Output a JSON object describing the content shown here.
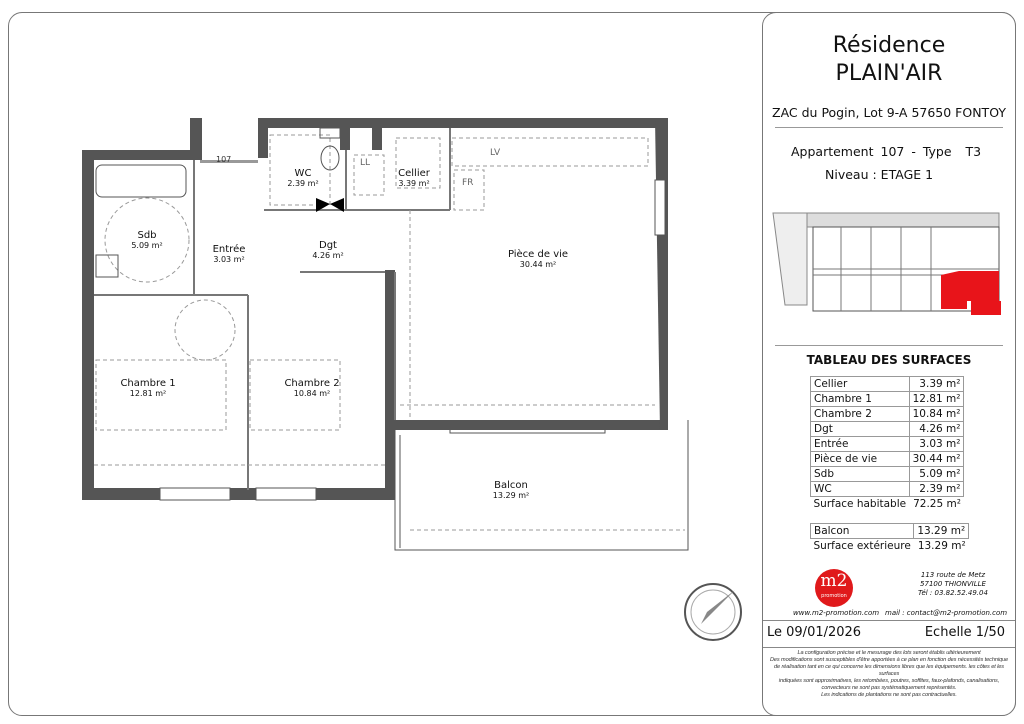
{
  "header": {
    "title_line1": "Résidence",
    "title_line2": "PLAIN'AIR",
    "address": "ZAC du Pogin, Lot 9-A 57650 FONTOY"
  },
  "apartment": {
    "label": "Appartement",
    "number": "107",
    "type_label": "- Type",
    "type": "T3",
    "level_label": "Niveau :",
    "level": "ETAGE 1"
  },
  "surfaces": {
    "title": "TABLEAU DES SURFACES",
    "rooms": [
      {
        "name": "Cellier",
        "area": "3.39 m²"
      },
      {
        "name": "Chambre 1",
        "area": "12.81 m²"
      },
      {
        "name": "Chambre 2",
        "area": "10.84 m²"
      },
      {
        "name": "Dgt",
        "area": "4.26 m²"
      },
      {
        "name": "Entrée",
        "area": "3.03 m²"
      },
      {
        "name": "Pièce de vie",
        "area": "30.44 m²"
      },
      {
        "name": "Sdb",
        "area": "5.09 m²"
      },
      {
        "name": "WC",
        "area": "2.39 m²"
      }
    ],
    "habitable_label": "Surface habitable",
    "habitable": "72.25 m²",
    "exterior_rooms": [
      {
        "name": "Balcon",
        "area": "13.29 m²"
      }
    ],
    "exterior_label": "Surface extérieure",
    "exterior": "13.29 m²"
  },
  "company": {
    "logo_text": "m2",
    "logo_sub": "promotion",
    "address1": "113 route de Metz",
    "address2": "57100 THIONVILLE",
    "phone": "Tél : 03.82.52.49.04",
    "website": "www.m2-promotion.com",
    "mail": "mail : contact@m2-promotion.com",
    "brand_color": "#e0191b"
  },
  "footer": {
    "date": "Le 09/01/2026",
    "scale": "Echelle 1/50",
    "disclaimer": [
      "La configuration précise et le mesurage des lots seront établis ultérieurement",
      "Des modifications sont susceptibles d'être apportées à ce plan en fonction des nécessités technique",
      "de réalisation tant en ce qui concerne les dimensions libres que les équipements. les côtes et les surfaces",
      "indiquées sont approximatives, les retombées, poutres, soffites, faux-plafonds, canalisations,",
      "convecteurs ne sont pas systématiquement représentés.",
      "Les indications de plantations ne sont pas contractuelles."
    ]
  },
  "plan": {
    "door_number": "107",
    "rooms": [
      {
        "name": "Sdb",
        "area": "5.09 m²"
      },
      {
        "name": "Entrée",
        "area": "3.03 m²"
      },
      {
        "name": "WC",
        "area": "2.39 m²"
      },
      {
        "name": "Cellier",
        "area": "3.39 m²"
      },
      {
        "name": "Dgt",
        "area": "4.26 m²"
      },
      {
        "name": "Pièce de vie",
        "area": "30.44 m²"
      },
      {
        "name": "Chambre 1",
        "area": "12.81 m²"
      },
      {
        "name": "Chambre 2",
        "area": "10.84 m²"
      },
      {
        "name": "Balcon",
        "area": "13.29 m²"
      }
    ],
    "equipment": {
      "lv": "LV",
      "fr": "FR",
      "ll": "LL"
    }
  }
}
